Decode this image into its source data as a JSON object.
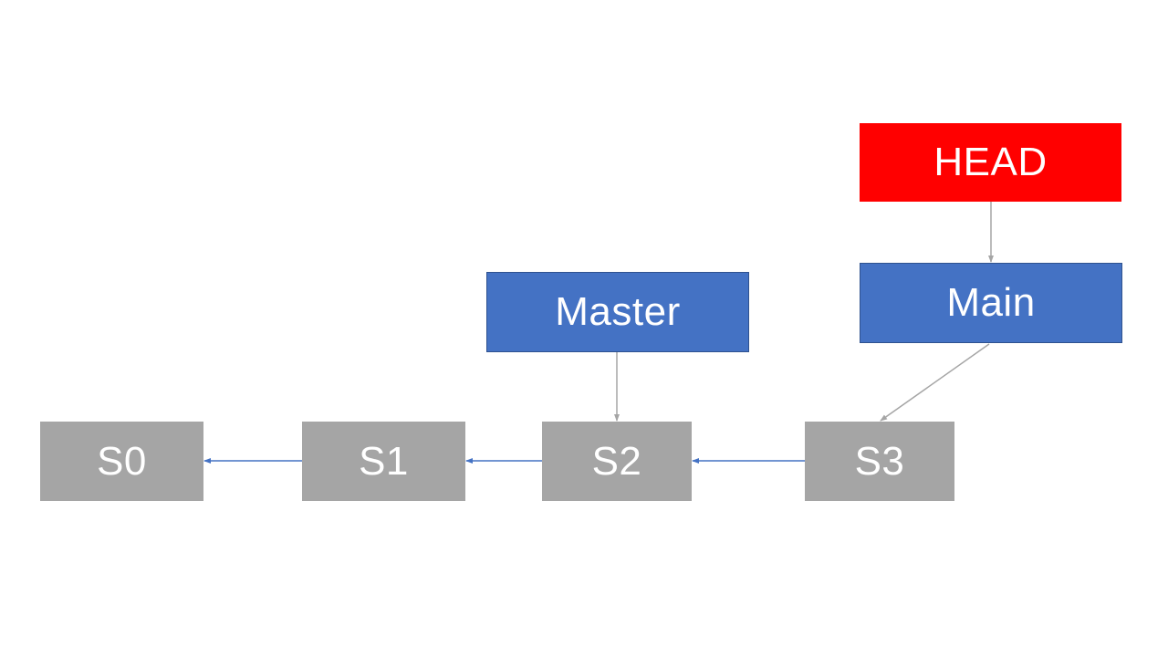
{
  "commits": [
    {
      "label": "S0",
      "color": "#a5a5a5"
    },
    {
      "label": "S1",
      "color": "#a5a5a5"
    },
    {
      "label": "S2",
      "color": "#a5a5a5"
    },
    {
      "label": "S3",
      "color": "#a5a5a5"
    }
  ],
  "branches": {
    "master": {
      "label": "Master",
      "color": "#4472c4",
      "points_to": "S2"
    },
    "main": {
      "label": "Main",
      "color": "#4472c4",
      "points_to": "S3"
    }
  },
  "head": {
    "label": "HEAD",
    "color": "#ff0000",
    "points_to": "Main"
  },
  "edges": [
    {
      "from": "S1",
      "to": "S0"
    },
    {
      "from": "S2",
      "to": "S1"
    },
    {
      "from": "S3",
      "to": "S2"
    },
    {
      "from": "Master",
      "to": "S2"
    },
    {
      "from": "Main",
      "to": "S3"
    },
    {
      "from": "HEAD",
      "to": "Main"
    }
  ],
  "colors": {
    "commit_edge": "#4472c4",
    "pointer_edge": "#a5a5a5"
  }
}
